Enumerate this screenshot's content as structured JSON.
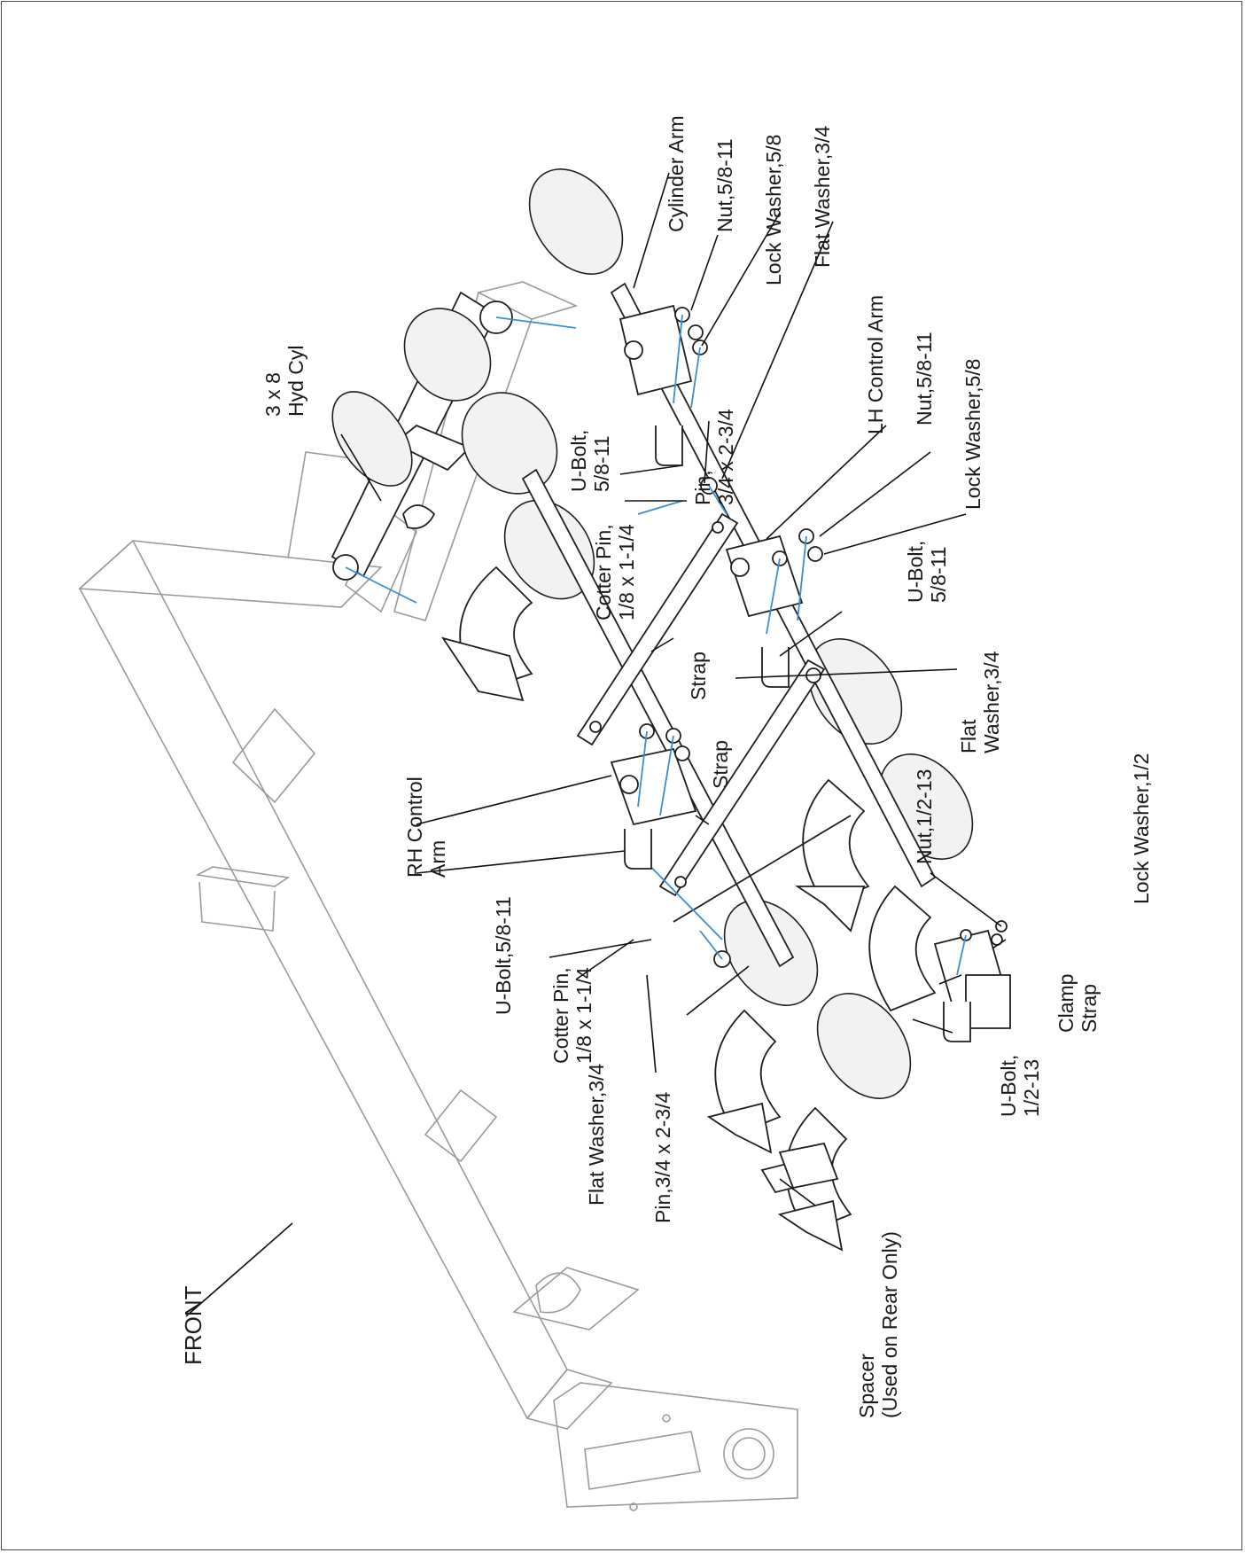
{
  "labels": {
    "front": "FRONT",
    "hyd_cyl": "3 x 8\nHyd Cyl",
    "cylinder_arm": "Cylinder Arm",
    "nut_top": "Nut,5/8-11",
    "lock_washer_top": "Lock Washer,5/8",
    "flat_washer_top": "Flat Washer,3/4",
    "lh_control_arm": "LH Control Arm",
    "nut_mid": "Nut,5/8-11",
    "lock_washer_mid": "Lock Washer,5/8",
    "pin_top": "Pin,\n3/4 x 2-3/4",
    "ubolt_top": "U-Bolt,\n5/8-11",
    "cotter_top": "Cotter Pin,\n1/8 x 1-1/4",
    "strap_top": "Strap",
    "ubolt_mid": "U-Bolt,\n5/8-11",
    "flat_washer_mid": "Flat\nWasher,3/4",
    "strap_mid": "Strap",
    "rh_control_arm": "RH Control\nArm",
    "ubolt_low": "U-Bolt,5/8-11",
    "cotter_low": "Cotter Pin,\n1/8 x 1-1/4",
    "flat_washer_low": "Flat Washer,3/4",
    "pin_low": "Pin,3/4 x 2-3/4",
    "spacer": "Spacer\n(Used on Rear Only)",
    "nut_small": "Nut,1/2-13",
    "lock_washer_small": "Lock Washer,1/2",
    "clamp_strap": "Clamp\nStrap",
    "ubolt_small": "U-Bolt,\n1/2-13"
  },
  "colors": {
    "frame_gray": "#9a9a9a",
    "part_dark": "#1f1f1f",
    "hardware_blue": "#3b8ed0"
  }
}
